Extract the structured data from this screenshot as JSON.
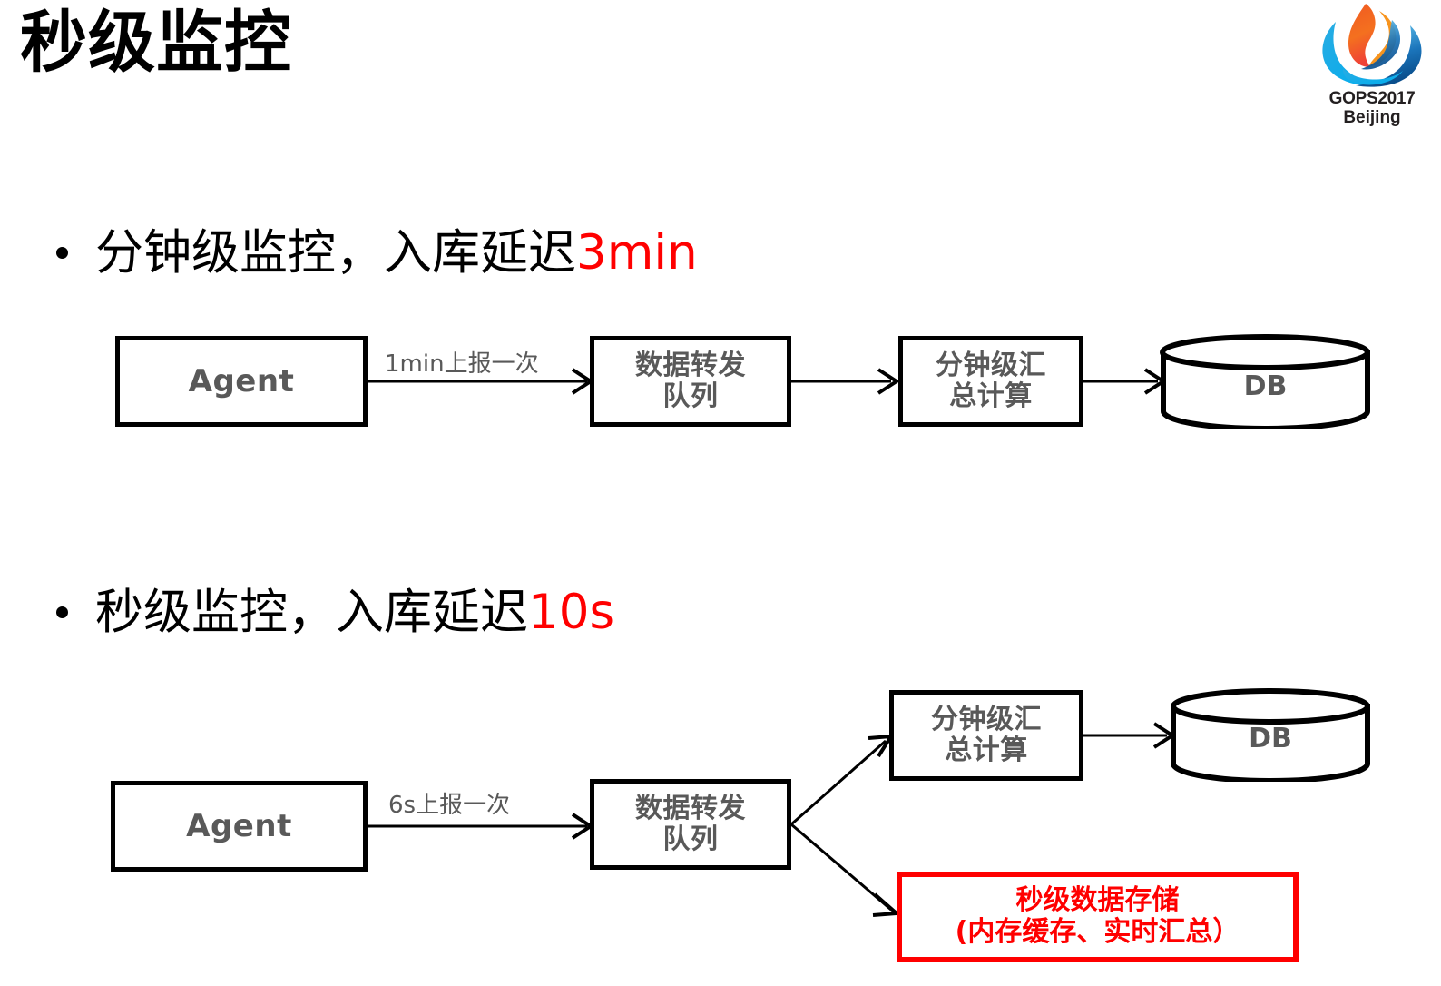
{
  "slide": {
    "title": "秒级监控",
    "background": "#FFFFFF"
  },
  "logo": {
    "name": "gops-logo",
    "line1": "GOPS2017",
    "line2": "Beijing",
    "colors": {
      "orange": "#F4701F",
      "red_orange": "#E8432B",
      "blue": "#1B75BB",
      "light_blue": "#29ABE2"
    }
  },
  "colors": {
    "text_black": "#000000",
    "accent_red": "#FF0000",
    "box_stroke": "#000000",
    "box_label": "#595959",
    "edge_label": "#595959"
  },
  "sections": [
    {
      "id": "minute-level",
      "bullet": {
        "text": "分钟级监控，入库延迟",
        "accent": "3min",
        "accent_color": "#FF0000"
      },
      "diagram": {
        "nodes": [
          {
            "id": "agent-1",
            "label": "Agent",
            "type": "process"
          },
          {
            "id": "queue-1",
            "label": "数据转发\n队列",
            "line1": "数据转发",
            "line2": "队列",
            "type": "process"
          },
          {
            "id": "agg-1",
            "label": "分钟级汇\n总计算",
            "line1": "分钟级汇",
            "line2": "总计算",
            "type": "process"
          },
          {
            "id": "db-1",
            "label": "DB",
            "type": "database"
          }
        ],
        "edges": [
          {
            "from": "agent-1",
            "to": "queue-1",
            "label": "1min上报一次"
          },
          {
            "from": "queue-1",
            "to": "agg-1",
            "label": ""
          },
          {
            "from": "agg-1",
            "to": "db-1",
            "label": ""
          }
        ]
      }
    },
    {
      "id": "second-level",
      "bullet": {
        "text": "秒级监控，入库延迟",
        "accent": "10s",
        "accent_color": "#FF0000"
      },
      "diagram": {
        "nodes": [
          {
            "id": "agent-2",
            "label": "Agent",
            "type": "process"
          },
          {
            "id": "queue-2",
            "label": "数据转发\n队列",
            "line1": "数据转发",
            "line2": "队列",
            "type": "process"
          },
          {
            "id": "agg-2",
            "label": "分钟级汇\n总计算",
            "line1": "分钟级汇",
            "line2": "总计算",
            "type": "process"
          },
          {
            "id": "db-2",
            "label": "DB",
            "type": "database"
          },
          {
            "id": "secstore-2",
            "label": "秒级数据存储\n(内存缓存、实时汇总）",
            "line1": "秒级数据存储",
            "line2": "(内存缓存、实时汇总）",
            "type": "highlight"
          }
        ],
        "edges": [
          {
            "from": "agent-2",
            "to": "queue-2",
            "label": "6s上报一次"
          },
          {
            "from": "queue-2",
            "to": "agg-2",
            "label": ""
          },
          {
            "from": "queue-2",
            "to": "secstore-2",
            "label": ""
          },
          {
            "from": "agg-2",
            "to": "db-2",
            "label": ""
          }
        ]
      }
    }
  ]
}
